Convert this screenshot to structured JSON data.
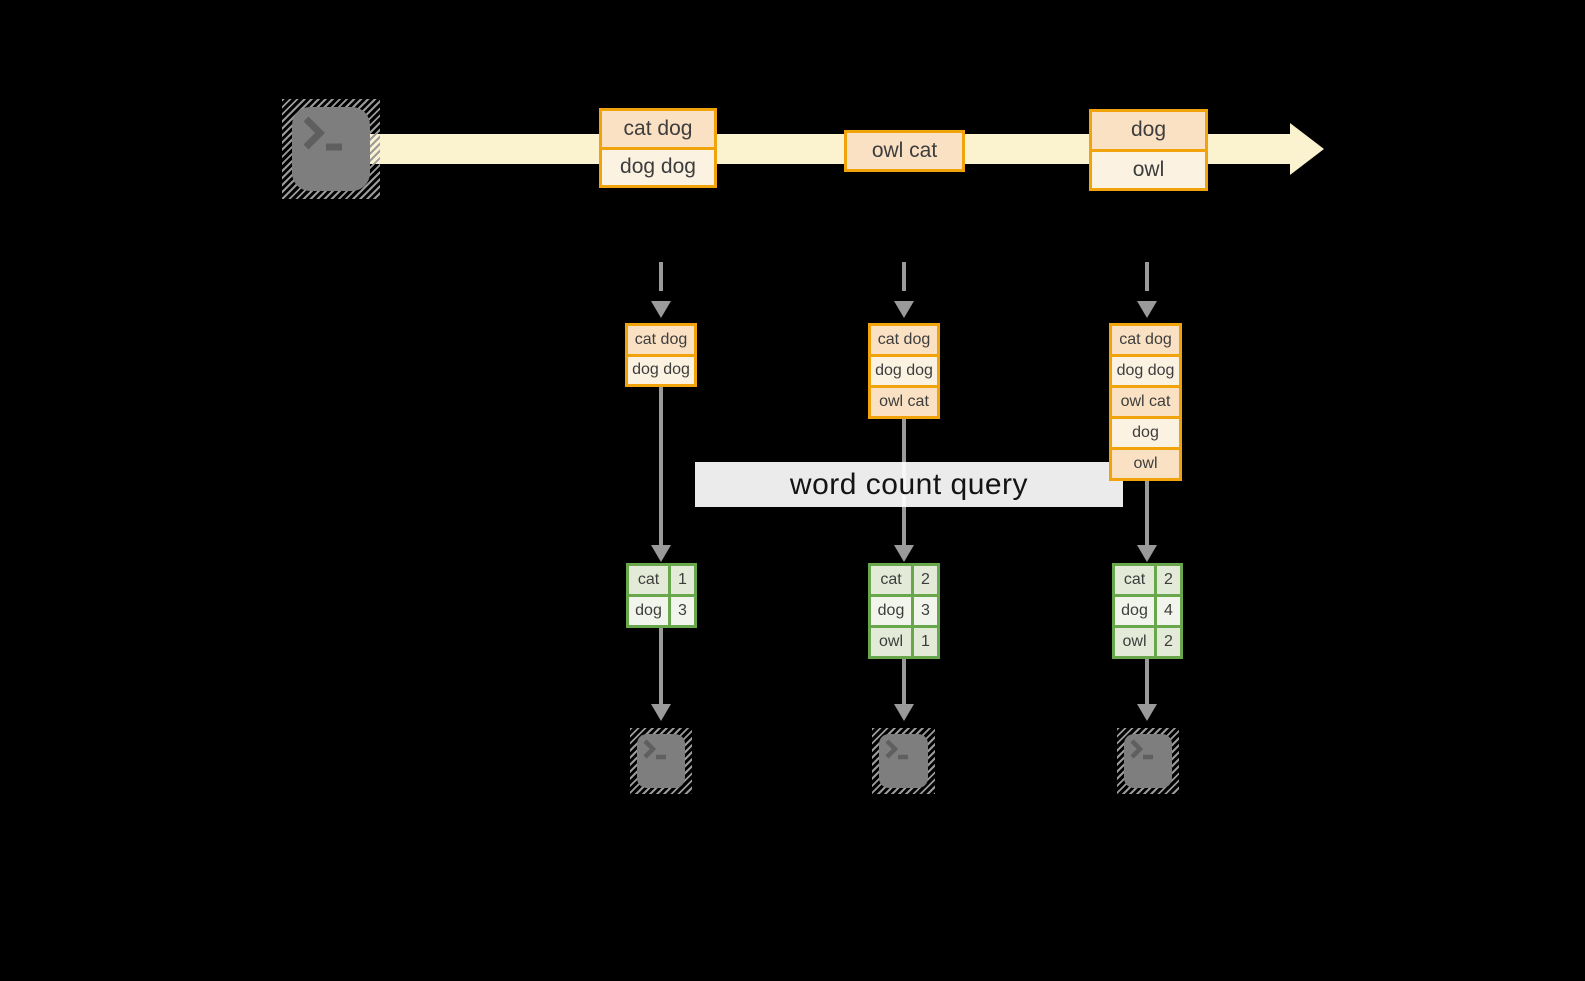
{
  "title": "streaming word count diagram",
  "icons": {
    "source": "terminal-icon",
    "stream": "arrow-right-icon",
    "flow": "arrow-down-icon",
    "output": "terminal-icon"
  },
  "colors": {
    "background": "#000000",
    "stream_fill": "#FBF2CF",
    "orange_border": "#F0A30A",
    "peach_fill": "#FAE1C4",
    "cream_fill": "#FCF2E2",
    "green_border": "#68A74C",
    "green_fill_dark": "#E3EAD8",
    "green_fill_light": "#F2F5EC",
    "line_gray": "#9A9A9A",
    "icon_gray": "#7E7E7E"
  },
  "stream": {
    "batches": [
      {
        "rows": [
          "cat dog",
          "dog dog"
        ]
      },
      {
        "rows": [
          "owl cat"
        ]
      },
      {
        "rows": [
          "dog",
          "owl"
        ]
      }
    ]
  },
  "states": [
    {
      "rows": [
        "cat dog",
        "dog dog"
      ]
    },
    {
      "rows": [
        "cat dog",
        "dog dog",
        "owl cat"
      ]
    },
    {
      "rows": [
        "cat dog",
        "dog dog",
        "owl cat",
        "dog",
        "owl"
      ]
    }
  ],
  "query": {
    "label": "word count query"
  },
  "results": [
    {
      "rows": [
        [
          "cat",
          "1"
        ],
        [
          "dog",
          "3"
        ]
      ]
    },
    {
      "rows": [
        [
          "cat",
          "2"
        ],
        [
          "dog",
          "3"
        ],
        [
          "owl",
          "1"
        ]
      ]
    },
    {
      "rows": [
        [
          "cat",
          "2"
        ],
        [
          "dog",
          "4"
        ],
        [
          "owl",
          "2"
        ]
      ]
    }
  ]
}
